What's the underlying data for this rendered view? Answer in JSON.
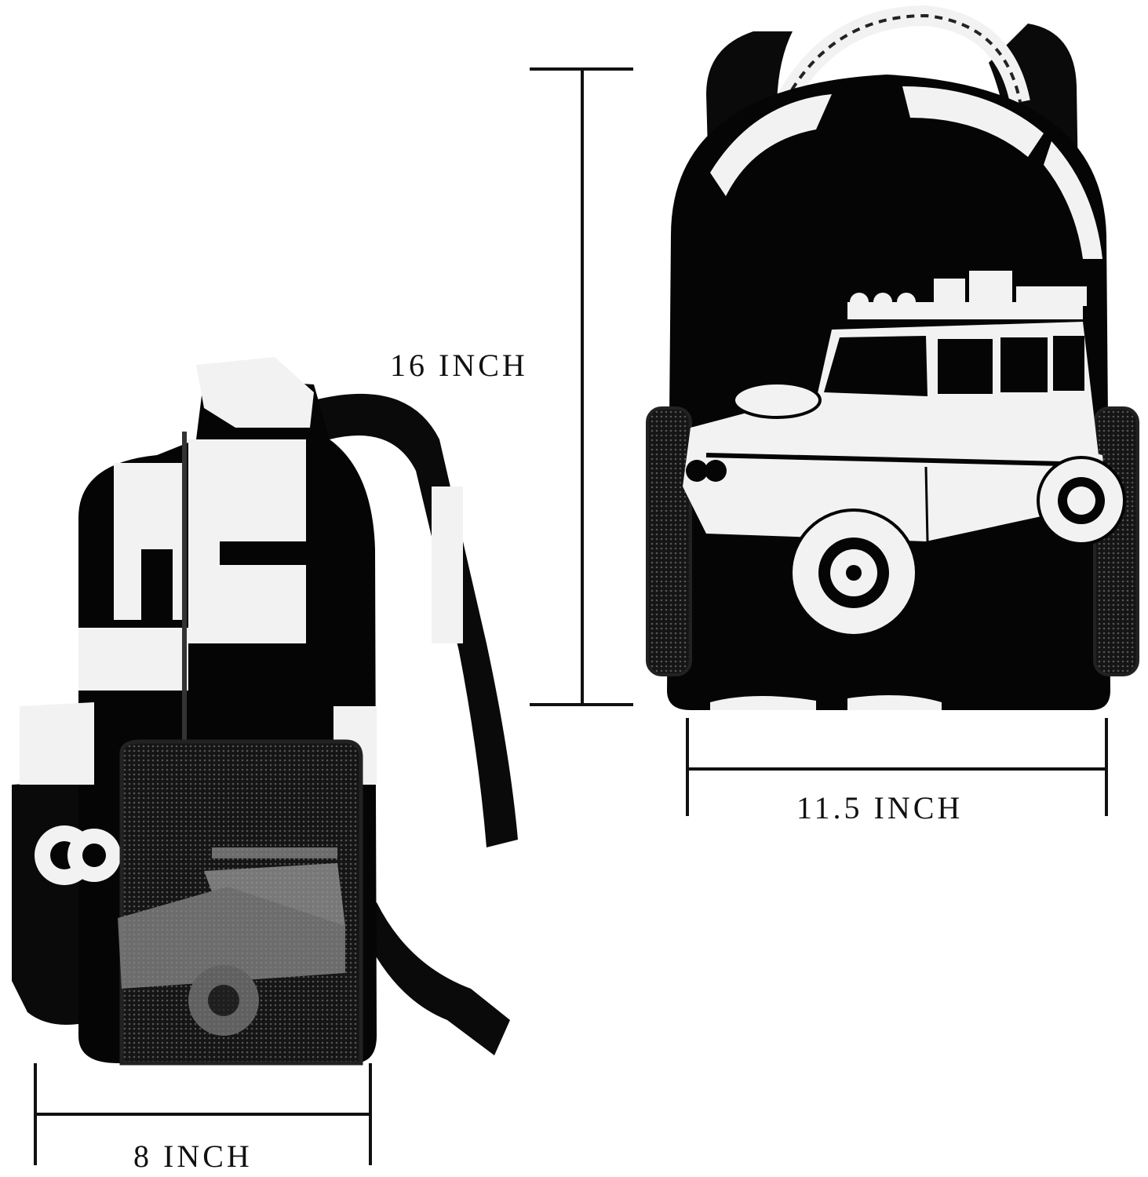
{
  "dimensions": {
    "height": "16 INCH",
    "width": "11.5 INCH",
    "depth": "8 INCH"
  },
  "colors": {
    "bag": "#050505",
    "print": "#f4f4f4",
    "line": "#111111",
    "background": "#ffffff"
  }
}
